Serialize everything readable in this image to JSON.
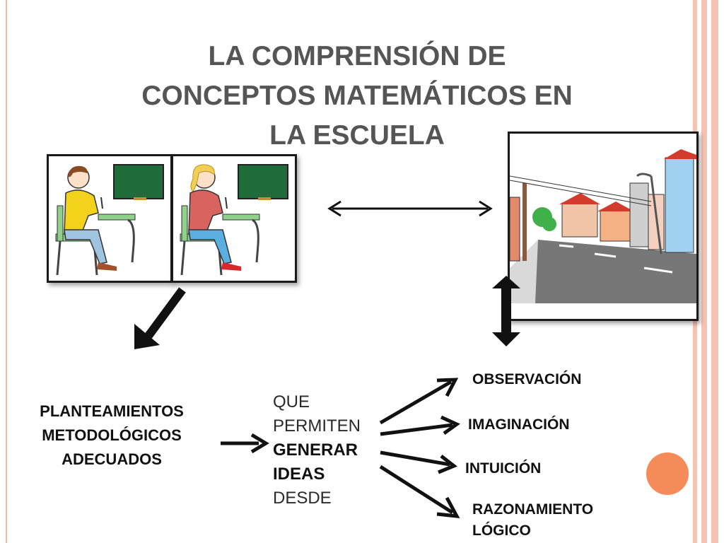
{
  "slide": {
    "title_lines": [
      "LA COMPRENSIÓN DE",
      "CONCEPTOS MATEMÁTICOS  EN",
      "LA ESCUELA"
    ],
    "left_text_lines": [
      "PLANTEAMIENTOS",
      "METODOLÓGICOS",
      "ADECUADOS"
    ],
    "middle_text": {
      "line1": "QUE",
      "line2": "PERMITEN",
      "line3": "GENERAR",
      "line4": "IDEAS",
      "line5": "DESDE"
    },
    "outcomes": [
      {
        "label": "OBSERVACIÓN"
      },
      {
        "label": "IMAGINACIÓN"
      },
      {
        "label": "INTUICIÓN"
      },
      {
        "label_lines": [
          "RAZONAMIENTO",
          "LÓGICO"
        ]
      }
    ]
  },
  "colors": {
    "title": "#555555",
    "accent_orange": "#f68b5a",
    "border_stripes": "#f6c2b2"
  },
  "icons": [
    "classroom-boy-pictogram",
    "classroom-girl-pictogram",
    "city-street-pictogram",
    "double-arrow-icon",
    "arrow-icon"
  ]
}
